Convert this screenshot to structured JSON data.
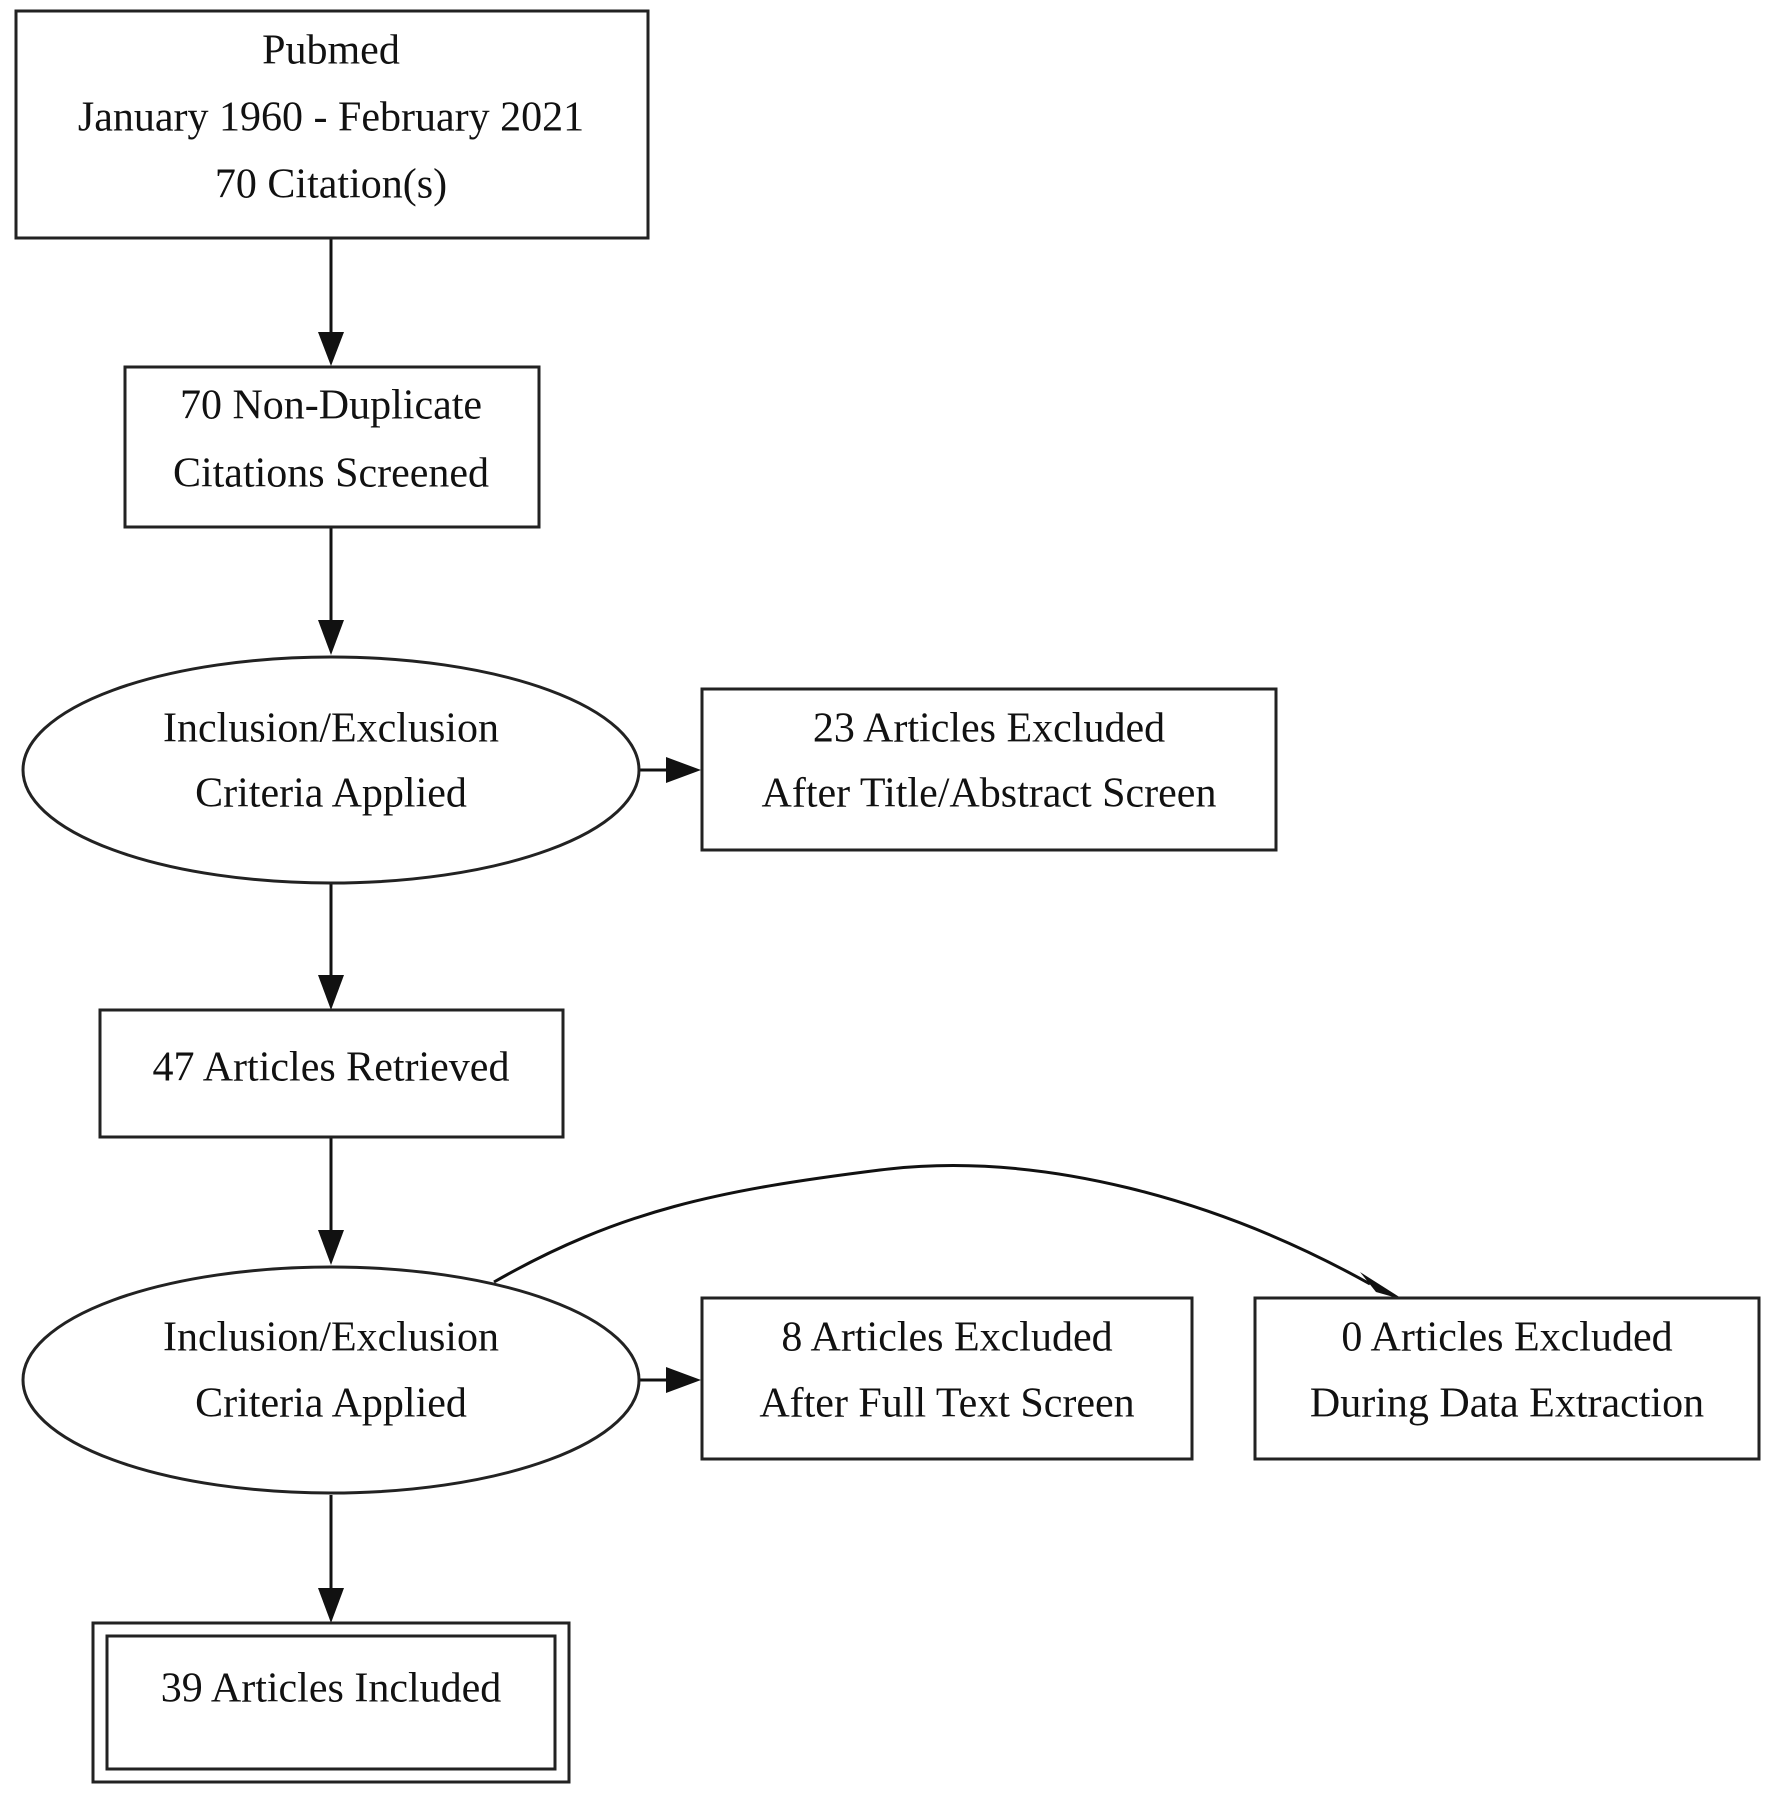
{
  "diagram": {
    "source": {
      "line1": "Pubmed",
      "line2": "January 1960 - February 2021",
      "line3": "70 Citation(s)"
    },
    "screened": {
      "line1": "70 Non-Duplicate",
      "line2": "Citations Screened"
    },
    "criteria_1": {
      "line1": "Inclusion/Exclusion",
      "line2": "Criteria Applied"
    },
    "excluded_title": {
      "line1": "23 Articles Excluded",
      "line2": "After Title/Abstract Screen"
    },
    "retrieved": {
      "label": "47 Articles Retrieved"
    },
    "criteria_2": {
      "line1": "Inclusion/Exclusion",
      "line2": "Criteria Applied"
    },
    "excluded_fulltext": {
      "line1": "8 Articles Excluded",
      "line2": "After Full Text Screen"
    },
    "excluded_extraction": {
      "line1": "0 Articles Excluded",
      "line2": "During Data Extraction"
    },
    "included": {
      "label": "39 Articles Included"
    }
  }
}
